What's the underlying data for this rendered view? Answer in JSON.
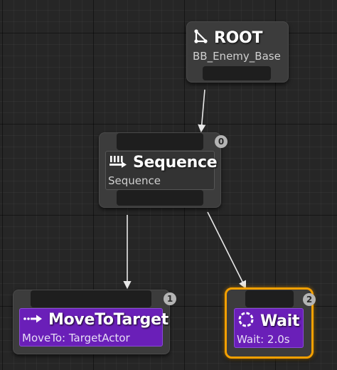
{
  "nodes": {
    "root": {
      "title": "ROOT",
      "subtitle": "BB_Enemy_Base",
      "icon": "root-branch-icon"
    },
    "sequence": {
      "title": "Sequence",
      "subtitle": "Sequence",
      "index": "0",
      "icon": "sequence-icon"
    },
    "move_to_target": {
      "title": "MoveToTarget",
      "subtitle": "MoveTo: TargetActor",
      "index": "1",
      "icon": "move-to-icon",
      "title_color": "#6a1fb8"
    },
    "wait": {
      "title": "Wait",
      "subtitle": "Wait: 2.0s",
      "index": "2",
      "icon": "wait-icon",
      "title_color": "#6a1fb8",
      "highlight_color": "#f5a000"
    }
  },
  "colors": {
    "background": "#262626",
    "node": "#3c3c3c",
    "task_purple": "#6a1fb8",
    "selection_orange": "#f5a000"
  }
}
